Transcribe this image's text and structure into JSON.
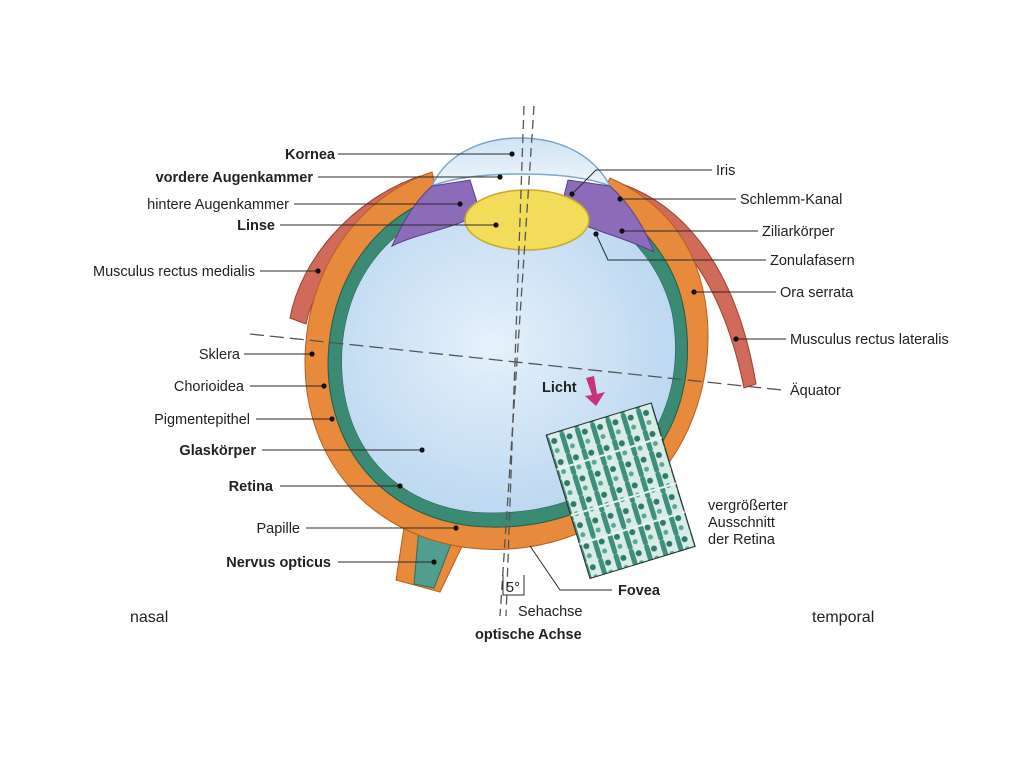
{
  "colors": {
    "sclera": "#e88a3c",
    "choroid_dark": "#3b8a74",
    "vitreous": "#cfe4f7",
    "lens": "#f2dc5a",
    "iris": "#8c6cb8",
    "muscle": "#d06a5a",
    "arrow": "#c8347a",
    "retina_detail": "#4f9e8e"
  },
  "labels": {
    "kornea": "Kornea",
    "vordere_augenkammer": "vordere Augenkammer",
    "hintere_augenkammer": "hintere Augenkammer",
    "linse": "Linse",
    "musculus_rectus_medialis": "Musculus rectus medialis",
    "sklera": "Sklera",
    "chorioidea": "Chorioidea",
    "pigmentepithel": "Pigmentepithel",
    "glaskoerper": "Glaskörper",
    "retina": "Retina",
    "papille": "Papille",
    "nervus_opticus": "Nervus opticus",
    "iris": "Iris",
    "schlemm_kanal": "Schlemm-Kanal",
    "ziliarkoerper": "Ziliarkörper",
    "zonulafasern": "Zonulafasern",
    "ora_serrata": "Ora serrata",
    "musculus_rectus_lateralis": "Musculus rectus lateralis",
    "aequator": "Äquator",
    "licht": "Licht",
    "detail_line1": "vergrößerter",
    "detail_line2": "Ausschnitt",
    "detail_line3": "der Retina",
    "fovea": "Fovea",
    "angle": "5°",
    "sehachse": "Sehachse",
    "optische_achse": "optische Achse",
    "nasal": "nasal",
    "temporal": "temporal"
  }
}
